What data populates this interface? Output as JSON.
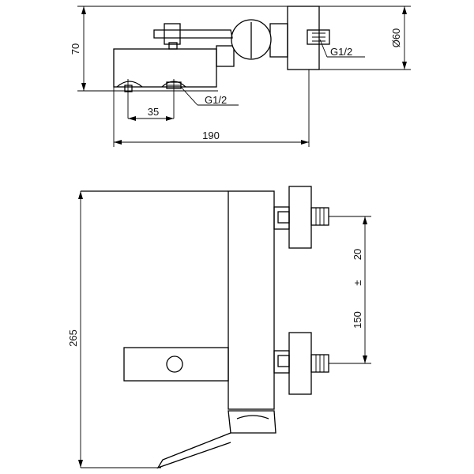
{
  "top_view": {
    "dimensions": {
      "height": "70",
      "spacing": "35",
      "width": "190",
      "diameter": "Ø60"
    },
    "thread_callouts": {
      "bottom": "G1/2",
      "right": "G1/2"
    }
  },
  "side_view": {
    "dimensions": {
      "height": "265",
      "center_distance": "150",
      "tolerance_sign": "±",
      "tolerance": "20"
    }
  }
}
